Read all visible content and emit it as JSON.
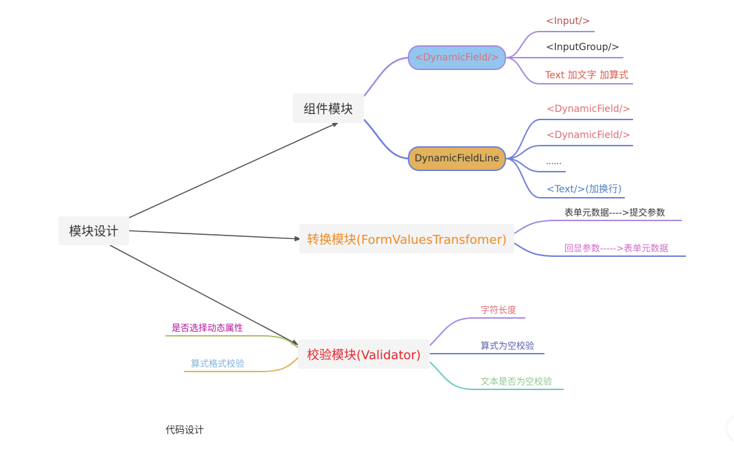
{
  "root": {
    "label": "模块设计",
    "color": "#333333"
  },
  "component_module": {
    "label": "组件模块",
    "color": "#333333",
    "dynamic_field": {
      "label": "<DynamicField/>",
      "fill": "#93c6ee",
      "text_color": "#e06c75",
      "children": [
        "<Input/>",
        "<InputGroup/>",
        "Text 加文字 加算式"
      ],
      "child_colors": [
        "#c0504d",
        "#333333",
        "#d9594c"
      ]
    },
    "dynamic_field_line": {
      "label": "DynamicFieldLine",
      "fill": "#e2b35c",
      "text_color": "#333333",
      "children": [
        "<DynamicField/>",
        "<DynamicField/>",
        "......",
        "<Text/>(加换行)"
      ],
      "child_colors": [
        "#e06c75",
        "#e06c75",
        "#333333",
        "#4a7fc1"
      ]
    }
  },
  "transform_module": {
    "label": "转换模块(FormValuesTransfomer)",
    "color": "#f08a24",
    "children": [
      "表单元数据---->提交参数",
      "回显参数----->表单元数据"
    ],
    "child_colors": [
      "#333333",
      "#d46ac9"
    ]
  },
  "validator_module": {
    "label": "校验模块(Validator)",
    "color": "#e8252d",
    "right_children": [
      "字符长度",
      "算式为空校验",
      "文本是否为空校验"
    ],
    "right_child_colors": [
      "#e06c75",
      "#5a5fb0",
      "#8fc98f"
    ],
    "left_children": [
      "是否选择动态属性",
      "算式格式校验"
    ],
    "left_child_colors": [
      "#b0139f",
      "#7fb3e0"
    ]
  },
  "footer": {
    "label": "代码设计"
  },
  "colors": {
    "arrow": "#555555",
    "purple": "#a68ae0",
    "blue": "#6f7fd9",
    "green": "#a9c46a",
    "yellow": "#e2b35c",
    "teal": "#6cc9c4"
  }
}
